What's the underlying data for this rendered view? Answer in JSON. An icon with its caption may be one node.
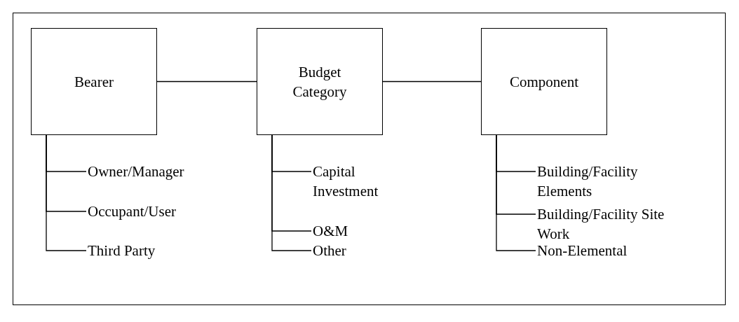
{
  "diagram": {
    "nodes": [
      {
        "text": [
          "Bearer"
        ]
      },
      {
        "text": [
          "Budget Category"
        ]
      },
      {
        "text": [
          "Component"
        ]
      },
      {
        "text": [
          "Owner/Manager"
        ]
      },
      {
        "text": [
          "Occupant/User"
        ]
      },
      {
        "text": [
          "Third Party"
        ]
      },
      {
        "text": [
          "Capital Investment"
        ]
      },
      {
        "text": [
          "O&M"
        ]
      },
      {
        "text": [
          "Other"
        ]
      },
      {
        "text": [
          "Building/Facility Elements"
        ]
      },
      {
        "text": [
          "Building/Facility Site Work"
        ]
      },
      {
        "text": [
          "Non-Elemental"
        ]
      }
    ],
    "edges": [
      {
        "from": 0,
        "to": 1,
        "arrow": "none"
      },
      {
        "from": 1,
        "to": 2,
        "arrow": "none"
      },
      {
        "from": 0,
        "to": 3,
        "arrow": "none"
      },
      {
        "from": 0,
        "to": 4,
        "arrow": "none"
      },
      {
        "from": 0,
        "to": 5,
        "arrow": "none"
      },
      {
        "from": 1,
        "to": 6,
        "arrow": "none"
      },
      {
        "from": 1,
        "to": 7,
        "arrow": "none"
      },
      {
        "from": 1,
        "to": 8,
        "arrow": "none"
      },
      {
        "from": 2,
        "to": 9,
        "arrow": "none"
      },
      {
        "from": 2,
        "to": 10,
        "arrow": "none"
      },
      {
        "from": 2,
        "to": 11,
        "arrow": "none"
      }
    ]
  }
}
